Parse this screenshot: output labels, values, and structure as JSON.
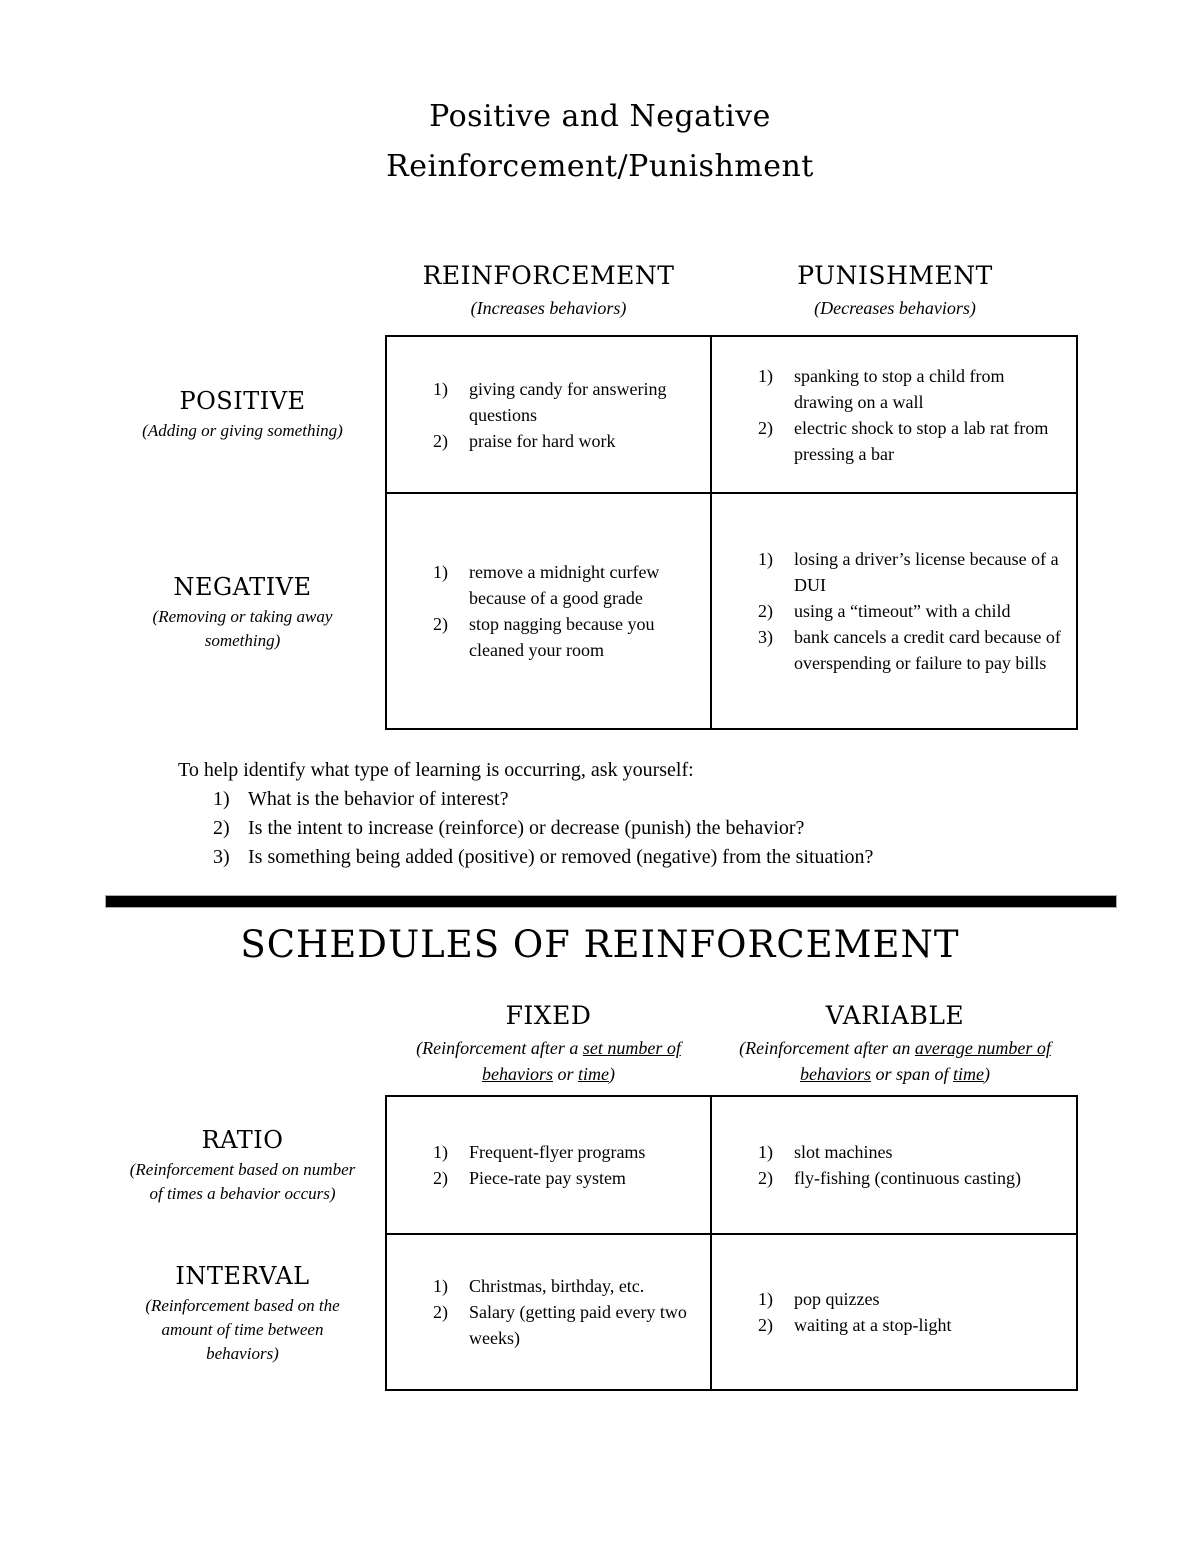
{
  "title": {
    "line1": "Positive and Negative",
    "line2": "Reinforcement/Punishment"
  },
  "matrix1": {
    "columns": [
      {
        "title": "REINFORCEMENT",
        "subtitle": "(Increases behaviors)"
      },
      {
        "title": "PUNISHMENT",
        "subtitle": "(Decreases behaviors)"
      }
    ],
    "rows": [
      {
        "title": "POSITIVE",
        "subtitle": "(Adding or giving something)"
      },
      {
        "title": "NEGATIVE",
        "subtitle": "(Removing or taking away something)"
      }
    ],
    "cells": {
      "positive_reinforcement": [
        "giving candy for answering questions",
        "praise for hard work"
      ],
      "positive_punishment": [
        "spanking to stop a child from drawing on a wall",
        "electric shock to stop a lab rat from pressing a bar"
      ],
      "negative_reinforcement": [
        "remove a midnight curfew because of a good grade",
        "stop nagging because you cleaned your room"
      ],
      "negative_punishment": [
        "losing a driver’s license because of a DUI",
        "using a “timeout” with a child",
        "bank cancels a credit card because of overspending or failure to pay bills"
      ]
    }
  },
  "questions": {
    "intro": "To help identify what type of learning is occurring, ask yourself:",
    "items": [
      "What is the behavior of interest?",
      "Is the intent to increase (reinforce) or decrease (punish) the behavior?",
      "Is something being added (positive) or removed (negative) from the situation?"
    ]
  },
  "schedules": {
    "title": "SCHEDULES OF REINFORCEMENT",
    "columns": [
      {
        "title": "FIXED",
        "subtitle_segments": [
          {
            "t": "(Reinforcement after a ",
            "u": false
          },
          {
            "t": "set number of",
            "u": true
          },
          {
            "t": " ",
            "u": false
          },
          {
            "t": "behaviors",
            "u": true
          },
          {
            "t": " or ",
            "u": false
          },
          {
            "t": "time",
            "u": true
          },
          {
            "t": ")",
            "u": false
          }
        ]
      },
      {
        "title": "VARIABLE",
        "subtitle_segments": [
          {
            "t": "(Reinforcement after an ",
            "u": false
          },
          {
            "t": "average number of",
            "u": true
          },
          {
            "t": " ",
            "u": false
          },
          {
            "t": "behaviors",
            "u": true
          },
          {
            "t": " or span of ",
            "u": false
          },
          {
            "t": "time",
            "u": true
          },
          {
            "t": ")",
            "u": false
          }
        ]
      }
    ],
    "rows": [
      {
        "title": "RATIO",
        "subtitle": "(Reinforcement based on number of times a behavior occurs)"
      },
      {
        "title": "INTERVAL",
        "subtitle": "(Reinforcement based on the amount of time between behaviors)"
      }
    ],
    "cells": {
      "fixed_ratio": [
        "Frequent-flyer programs",
        "Piece-rate pay system"
      ],
      "variable_ratio": [
        "slot machines",
        "fly-fishing (continuous casting)"
      ],
      "fixed_interval": [
        "Christmas, birthday, etc.",
        "Salary (getting paid every two weeks)"
      ],
      "variable_interval": [
        "pop quizzes",
        "waiting at a stop-light"
      ]
    }
  }
}
